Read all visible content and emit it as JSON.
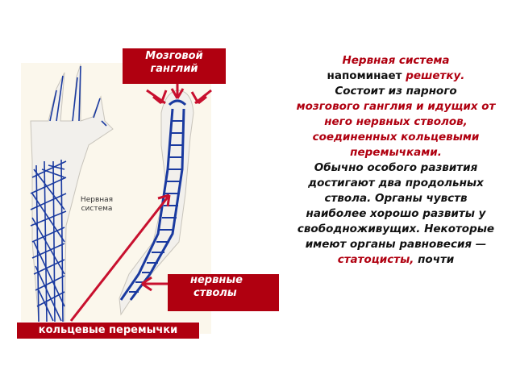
{
  "labels": {
    "ganglion": [
      "Мозговой",
      "ганглий"
    ],
    "trunks": [
      "нервные",
      "стволы"
    ],
    "rings": "кольцевые перемычки",
    "nerve_system_caption": [
      "Нервная",
      "система"
    ]
  },
  "text": {
    "p1": "Нервная система",
    "p2": "напоминает",
    "p3": "решетку.",
    "p4": "Состоит из парного",
    "p5": "мозгового ганглия и идущих от него нервных стволов, соединенных кольцевыми перемычками.",
    "p6": "Обычно особого развития достигают два продольных ствола. Органы чувств наиболее хорошо развиты у свободноживущих. Некоторые имеют органы равновесия —",
    "p7": "статоцисты,",
    "p8": "почти"
  },
  "colors": {
    "accent": "#b00010",
    "nerve": "#1a3aa0",
    "body": "#f2f0ec"
  }
}
